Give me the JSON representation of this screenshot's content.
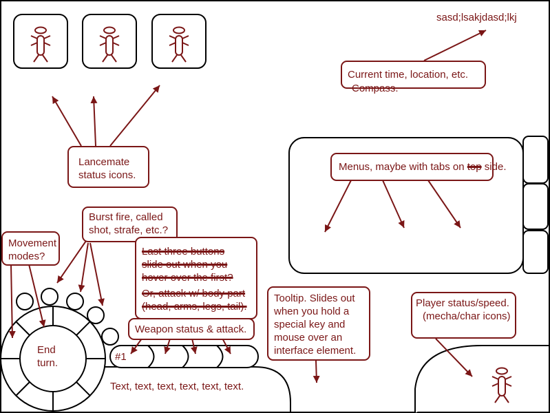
{
  "colors": {
    "annotation": "#7a1616",
    "ui_outline": "#000000",
    "background": "#ffffff"
  },
  "lancemate_icons": [
    "lancemate-figure-icon",
    "lancemate-figure-icon",
    "lancemate-figure-icon"
  ],
  "notes": {
    "corner_text": "sasd;lsakjdasd;lkj",
    "current_time": "Current time, location, etc.",
    "compass": "Compass.",
    "lancemate_line1": "Lancemate",
    "lancemate_line2": "status icons.",
    "menus": "Menus, maybe with tabs on",
    "menus_struck": "top",
    "menus_end": "side.",
    "burst_line1": "Burst fire, called",
    "burst_line2": "shot, strafe, etc.?",
    "movement_line1": "Movement",
    "movement_line2": "modes?",
    "struck_line1": "Last three buttons",
    "struck_line2": "slide out when you",
    "struck_line3": "hover over the first?",
    "struck_line4": "Or, attack w/ body part",
    "struck_line5": "(head, arms, legs, tail).",
    "weapon": "Weapon status & attack.",
    "tooltip_line1": "Tooltip. Slides out",
    "tooltip_line2": "when you hold a",
    "tooltip_line3": "special key and",
    "tooltip_line4": "mouse over an",
    "tooltip_line5": "interface element.",
    "player_line1": "Player status/speed.",
    "player_line2": "(mecha/char icons)"
  },
  "hud": {
    "end_turn_line1": "End",
    "end_turn_line2": "turn.",
    "weapon_slot_1": "#1",
    "text_bar": "Text, text, text, text, text, text."
  },
  "player_icon": "player-figure-icon"
}
